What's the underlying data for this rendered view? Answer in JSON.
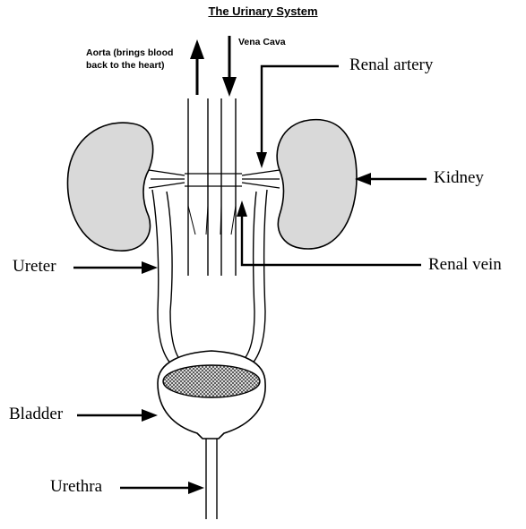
{
  "title": "The Urinary System",
  "labels": {
    "aorta_line1": "Aorta (brings blood",
    "aorta_line2": "back to the heart)",
    "vena_cava": "Vena Cava",
    "renal_artery": "Renal artery",
    "kidney": "Kidney",
    "ureter": "Ureter",
    "renal_vein": "Renal vein",
    "bladder": "Bladder",
    "urethra": "Urethra"
  },
  "colors": {
    "kidney_fill": "#d9d9d9",
    "outline": "#000000",
    "bladder_mesh": "#555555"
  }
}
